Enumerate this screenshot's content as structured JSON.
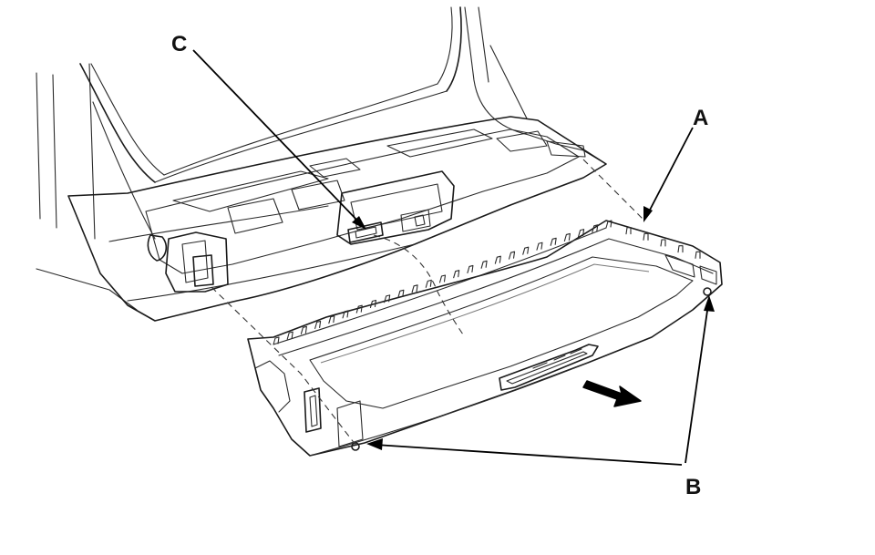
{
  "diagram": {
    "callouts": {
      "a": "A",
      "b": "B",
      "c": "C"
    },
    "colors": {
      "line": "#1a1a1a",
      "background": "#ffffff"
    }
  }
}
